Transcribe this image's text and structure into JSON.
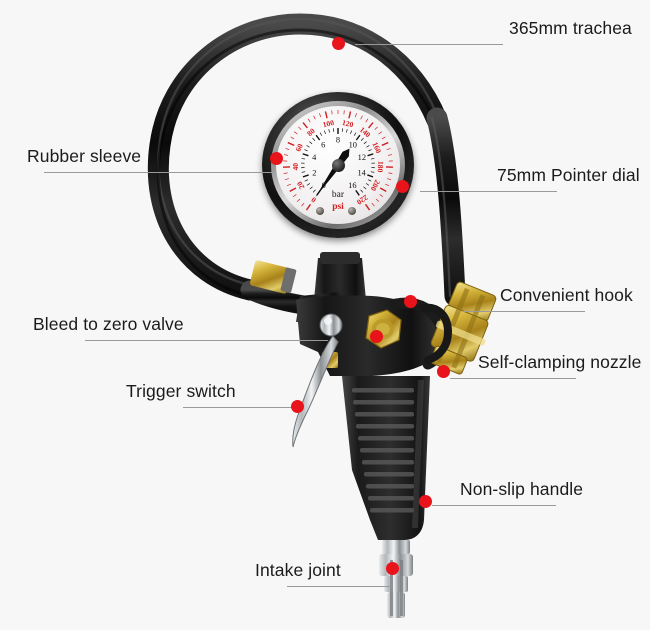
{
  "page": {
    "background_color": "#f7f7f7",
    "marker_color": "#e8131b",
    "leader_color": "#9a9a9a",
    "text_color": "#1b1b1b"
  },
  "callouts": [
    {
      "id": "trachea",
      "label": "365mm trachea",
      "side": "right"
    },
    {
      "id": "rubber",
      "label": "Rubber sleeve",
      "side": "left"
    },
    {
      "id": "dial",
      "label": "75mm Pointer dial",
      "side": "right"
    },
    {
      "id": "hook",
      "label": "Convenient hook",
      "side": "right"
    },
    {
      "id": "bleed",
      "label": "Bleed to zero valve",
      "side": "left"
    },
    {
      "id": "nozzle",
      "label": "Self-clamping nozzle",
      "side": "right"
    },
    {
      "id": "trigger",
      "label": "Trigger switch",
      "side": "left"
    },
    {
      "id": "handle",
      "label": "Non-slip handle",
      "side": "right"
    },
    {
      "id": "intake",
      "label": "Intake joint",
      "side": "left"
    }
  ],
  "gauge": {
    "unit_primary": "bar",
    "unit_secondary": "psi",
    "outer_scale": {
      "unit": "psi",
      "color": "#d21f22",
      "ticks": [
        "0",
        "20",
        "40",
        "60",
        "80",
        "100",
        "120",
        "140",
        "160",
        "180",
        "200",
        "220"
      ],
      "min": 0,
      "max": 220
    },
    "inner_scale": {
      "unit": "bar",
      "color": "#111111",
      "ticks": [
        "0",
        "2",
        "4",
        "6",
        "8",
        "10",
        "12",
        "14",
        "16"
      ],
      "min": 0,
      "max": 16
    },
    "pointer_value": "0",
    "diameter_label": "75mm"
  },
  "product": {
    "type": "tire-inflator-pressure-gauge",
    "hose_color": "#141414",
    "brass_color": "#c9a227",
    "chrome_color": "#c8cacc",
    "body_color": "#232323"
  }
}
